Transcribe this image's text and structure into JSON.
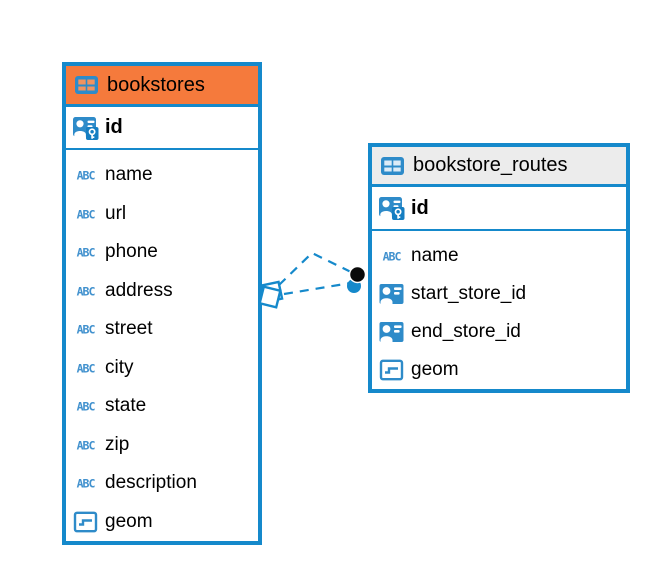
{
  "diagram": {
    "tables": [
      {
        "name": "bookstores",
        "header_color": "#f57a3c",
        "header_icon": "table-icon",
        "primary_key": {
          "name": "id",
          "icon": "primary-key-icon"
        },
        "columns": [
          {
            "name": "name",
            "icon": "text-type-icon"
          },
          {
            "name": "url",
            "icon": "text-type-icon"
          },
          {
            "name": "phone",
            "icon": "text-type-icon"
          },
          {
            "name": "address",
            "icon": "text-type-icon"
          },
          {
            "name": "street",
            "icon": "text-type-icon"
          },
          {
            "name": "city",
            "icon": "text-type-icon"
          },
          {
            "name": "state",
            "icon": "text-type-icon"
          },
          {
            "name": "zip",
            "icon": "text-type-icon"
          },
          {
            "name": "description",
            "icon": "text-type-icon"
          },
          {
            "name": "geom",
            "icon": "geometry-type-icon"
          }
        ]
      },
      {
        "name": "bookstore_routes",
        "header_color": "#ececec",
        "header_icon": "table-icon",
        "primary_key": {
          "name": "id",
          "icon": "primary-key-icon"
        },
        "columns": [
          {
            "name": "name",
            "icon": "text-type-icon"
          },
          {
            "name": "start_store_id",
            "icon": "foreign-key-icon"
          },
          {
            "name": "end_store_id",
            "icon": "foreign-key-icon"
          },
          {
            "name": "geom",
            "icon": "geometry-type-icon"
          }
        ]
      }
    ],
    "relationships": {
      "style": "dashed",
      "endpoint_markers": [
        "diamond-marker",
        "dot-marker"
      ],
      "links": [
        {
          "from_table": "bookstore_routes",
          "to_table": "bookstores"
        },
        {
          "from_table": "bookstore_routes",
          "to_table": "bookstores"
        }
      ]
    },
    "colors": {
      "accent_blue": "#1589cb",
      "icon_blue": "#2e8bc9",
      "bookstores_header_orange": "#f57a3c",
      "routes_header_gray": "#ececec",
      "text": "#000000",
      "background": "#ffffff"
    }
  }
}
